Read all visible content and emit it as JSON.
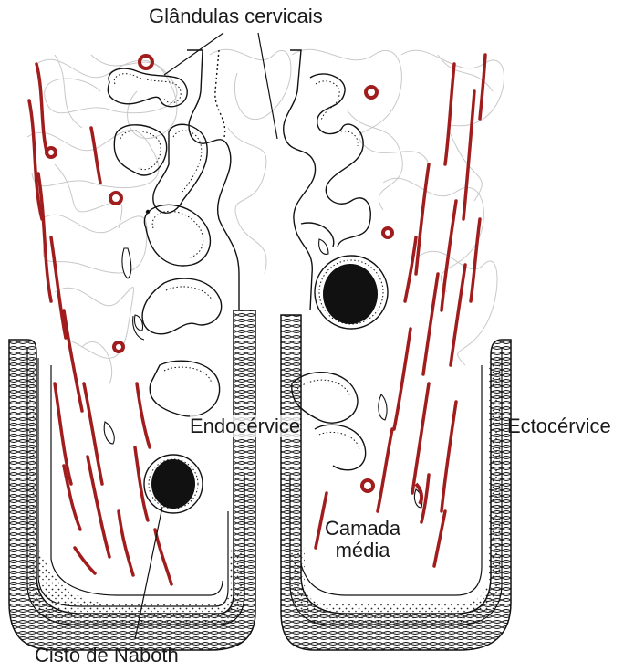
{
  "labels": {
    "cervical_glands": "Glândulas cervicais",
    "endocervix": "Endocérvice",
    "ectocervix": "Ectocérvice",
    "middle_layer_line1": "Camada",
    "middle_layer_line2": "média",
    "nabothian_cyst": "Cisto de Naboth"
  },
  "colors": {
    "vessel": "#a11d1d",
    "outline": "#1a1a1a",
    "stroma_fibers": "#c8c8c8",
    "cyst_fill": "#111111"
  }
}
